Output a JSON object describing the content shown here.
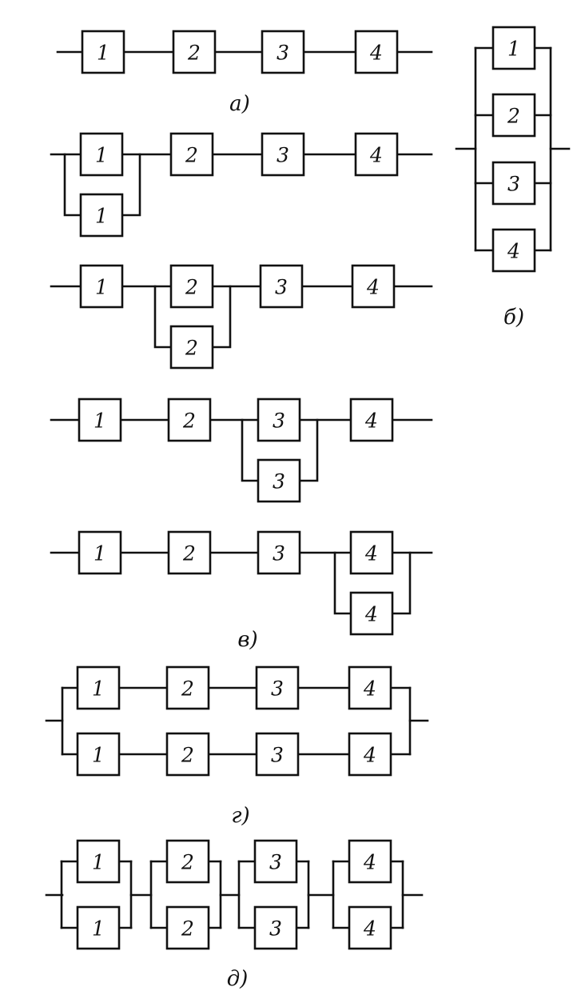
{
  "blocks": {
    "b1": "1",
    "b2": "2",
    "b3": "3",
    "b4": "4"
  },
  "captions": {
    "a": "а)",
    "b": "б)",
    "v": "в)",
    "g": "г)",
    "d": "д)"
  }
}
